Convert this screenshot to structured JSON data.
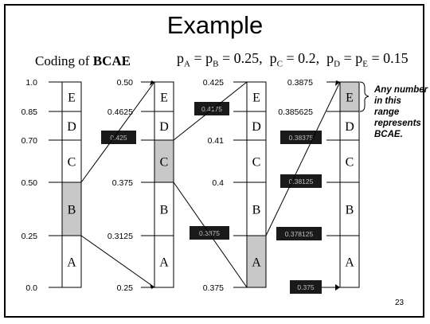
{
  "title": "Example",
  "coding_prefix": "Coding of ",
  "coding_word": "BCAE",
  "probabilities": {
    "pA": "A",
    "pB": "B",
    "pC": "C",
    "pD": "D",
    "pE": "E",
    "value_ab": " = 0.25,",
    "value_c": " = 0.2,",
    "value_de": " = 0.15",
    "p": "p",
    "eq": " = "
  },
  "range_note": "Any number in this range represents BCAE.",
  "page_number": "23",
  "columns": [
    {
      "ticks": [
        "1.0",
        "0.85",
        "0.70",
        "0.50",
        "0.25",
        "0.0"
      ],
      "highlight": "B"
    },
    {
      "ticks": [
        "0.50",
        "0.4625",
        "0.425",
        "0.375",
        "0.3125",
        "0.25"
      ],
      "highlight": "C"
    },
    {
      "ticks": [
        "0.425",
        "0.4175",
        "0.41",
        "0.4",
        "0.3875",
        "0.375"
      ],
      "highlight": "A"
    },
    {
      "ticks": [
        "0.3875",
        "0.385625",
        "0.38375",
        "0.38125",
        "0.378125",
        "0.375"
      ],
      "highlight": "E"
    }
  ],
  "segments": [
    "E",
    "D",
    "C",
    "B",
    "A"
  ],
  "colors": {
    "highlight": "#c8c8c8",
    "box": "#1a1a1a",
    "line": "#000000"
  }
}
